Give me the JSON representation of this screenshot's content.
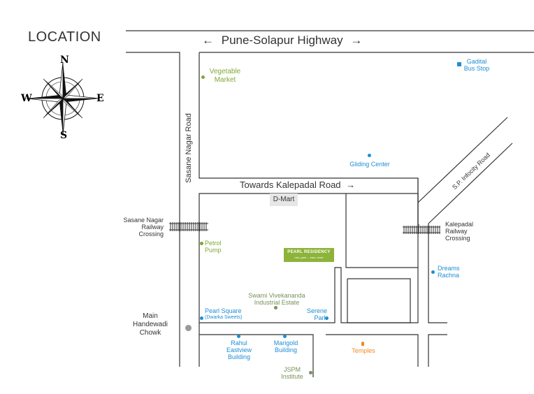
{
  "title": "LOCATION",
  "compass": {
    "n": "N",
    "e": "E",
    "s": "S",
    "w": "W"
  },
  "roads": {
    "highway": "Pune-Solapur Highway",
    "sasane": "Sasane Nagar Road",
    "kalepadal": "Towards Kalepadal Road",
    "infocity": "S.P. Infocity Road",
    "arrow_left": "←",
    "arrow_right": "→"
  },
  "project": {
    "name": "PEARL RESIDENCY",
    "tagline": "rest. park ... earn. work"
  },
  "places": {
    "vegetable_market": [
      "Vegetable",
      "Market"
    ],
    "gadital": [
      "Gadital",
      "Bus Stop"
    ],
    "gliding": "Gliding Center",
    "dmart": "D-Mart",
    "sasane_crossing": [
      "Sasane Nagar",
      "Railway",
      "Crossing"
    ],
    "kalepadal_crossing": [
      "Kalepadal",
      "Railway",
      "Crossing"
    ],
    "petrol": [
      "Petrol",
      "Pump"
    ],
    "dreams": [
      "Dreams",
      "Rachna"
    ],
    "swami": [
      "Swami Vivekananda",
      "Industrial Estate"
    ],
    "pearl_square": [
      "Pearl Square",
      "(Dwarka Sweets)"
    ],
    "serene": [
      "Serene",
      "Park"
    ],
    "main_chowk": [
      "Main",
      "Handewadi",
      "Chowk"
    ],
    "rahul": [
      "Rahul",
      "Eastview",
      "Building"
    ],
    "marigold": [
      "Marigold",
      "Building"
    ],
    "temples": "Temples",
    "jspm": [
      "JSPM",
      "Institute"
    ]
  },
  "colors": {
    "landmark_green": "#7fa832",
    "landmark_blue": "#1e8ed4",
    "landmark_orange": "#f08a24",
    "badge_green": "#8db33a",
    "road_line": "#333333"
  }
}
